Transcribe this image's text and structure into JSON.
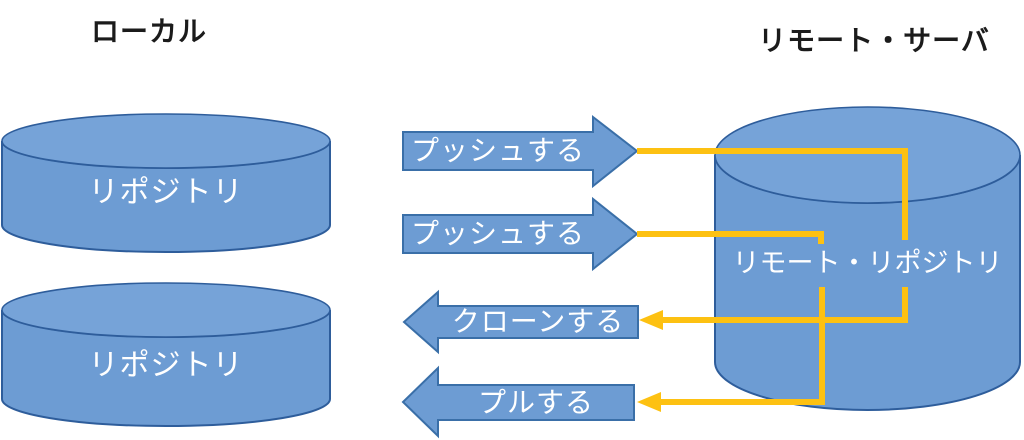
{
  "diagram": {
    "local_title": "ローカル",
    "remote_title": "リモート・サーバ",
    "local_repo_top_label": "リポジトリ",
    "local_repo_bottom_label": "リポジトリ",
    "remote_repo_label": "リモート・リポジトリ",
    "arrow_push_top_label": "プッシュする",
    "arrow_push_bottom_label": "プッシュする",
    "arrow_clone_label": "クローンする",
    "arrow_pull_label": "プルする"
  },
  "colors": {
    "background": "#ffffff",
    "shape-fill": "#6d9cd3",
    "shape-lid": "#76a3d8",
    "shape-stroke": "#2e5d9b",
    "arrow-stroke": "#3a6fa8",
    "connector": "#fdc112",
    "title-text": "#1b1b1b",
    "label-text": "#ffffff"
  }
}
